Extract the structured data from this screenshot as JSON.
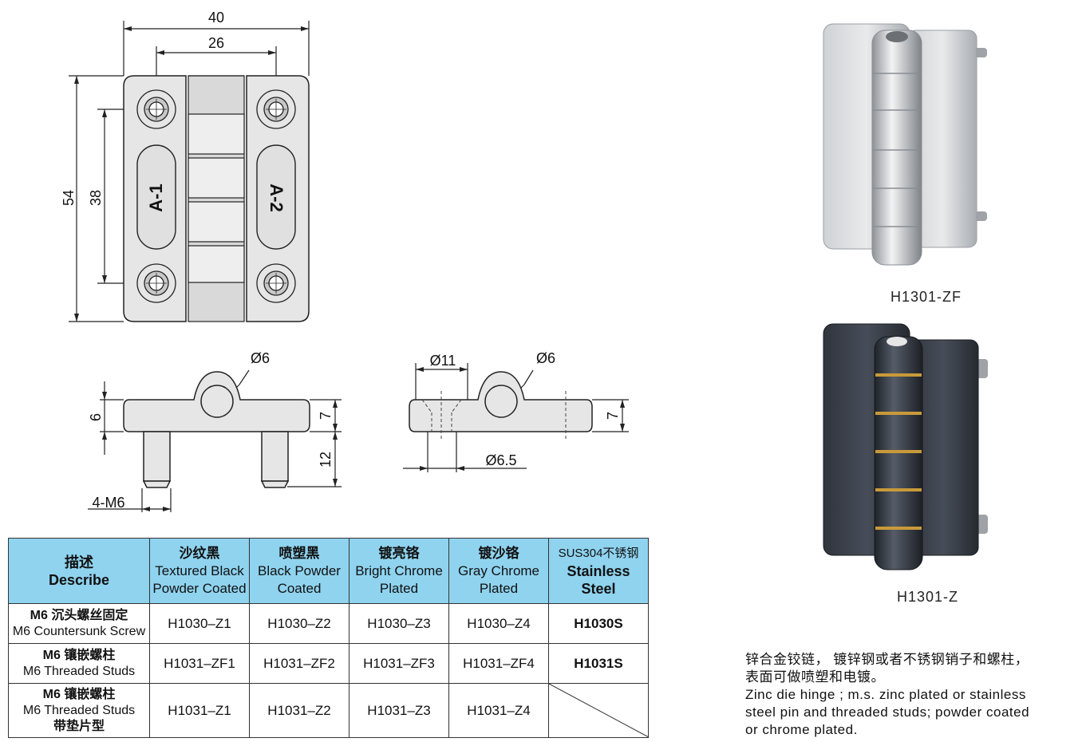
{
  "drawing": {
    "dim_width": "40",
    "dim_hole_spacing": "26",
    "dim_height": "54",
    "dim_hole_vertical": "38",
    "label_left": "A-1",
    "label_right": "A-2",
    "side_dia_pin": "Ø6",
    "side_thickness": "6",
    "side_height": "7",
    "side_stud_length": "12",
    "side_thread": "4-M6",
    "side2_dia_counter": "Ø11",
    "side2_dia_pin": "Ø6",
    "side2_height": "7",
    "side2_dia_hole": "Ø6.5"
  },
  "products": {
    "photo1_caption": "H1301-ZF",
    "photo2_caption": "H1301-Z",
    "photo1_color": "#b9bcbf",
    "photo2_color": "#3a3f4a",
    "photo2_ring_color": "#c89a3a"
  },
  "table": {
    "header_color": "#8fd3ef",
    "headers": [
      {
        "cn": "描述",
        "en": "Describe"
      },
      {
        "cn": "沙纹黑",
        "en1": "Textured Black",
        "en2": "Powder Coated"
      },
      {
        "cn": "喷塑黑",
        "en1": "Black Powder",
        "en2": "Coated"
      },
      {
        "cn": "镀亮铬",
        "en1": "Bright Chrome",
        "en2": "Plated"
      },
      {
        "cn": "镀沙铬",
        "en1": "Gray Chrome",
        "en2": "Plated"
      },
      {
        "cn": "SUS304不锈钢",
        "en1": "Stainless",
        "en2": "Steel"
      }
    ],
    "rows": [
      {
        "desc_cn": "M6 沉头螺丝固定",
        "desc_en": "M6 Countersunk Screw",
        "desc_extra": "",
        "codes": [
          "H1030–Z1",
          "H1030–Z2",
          "H1030–Z3",
          "H1030–Z4",
          "H1030S"
        ]
      },
      {
        "desc_cn": "M6 镶嵌螺柱",
        "desc_en": "M6 Threaded Studs",
        "desc_extra": "",
        "codes": [
          "H1031–ZF1",
          "H1031–ZF2",
          "H1031–ZF3",
          "H1031–ZF4",
          "H1031S"
        ]
      },
      {
        "desc_cn": "M6 镶嵌螺柱",
        "desc_en": "M6 Threaded Studs",
        "desc_extra": "带垫片型",
        "codes": [
          "H1031–Z1",
          "H1031–Z2",
          "H1031–Z3",
          "H1031–Z4",
          ""
        ]
      }
    ]
  },
  "note": {
    "cn_line1": "锌合金铰链， 镀锌钢或者不锈钢销子和螺柱，",
    "cn_line2": "表面可做喷塑和电镀。",
    "en_line1": "Zinc die hinge ; m.s. zinc plated or stainless",
    "en_line2": "steel pin and threaded studs; powder coated",
    "en_line3": "or chrome plated."
  }
}
